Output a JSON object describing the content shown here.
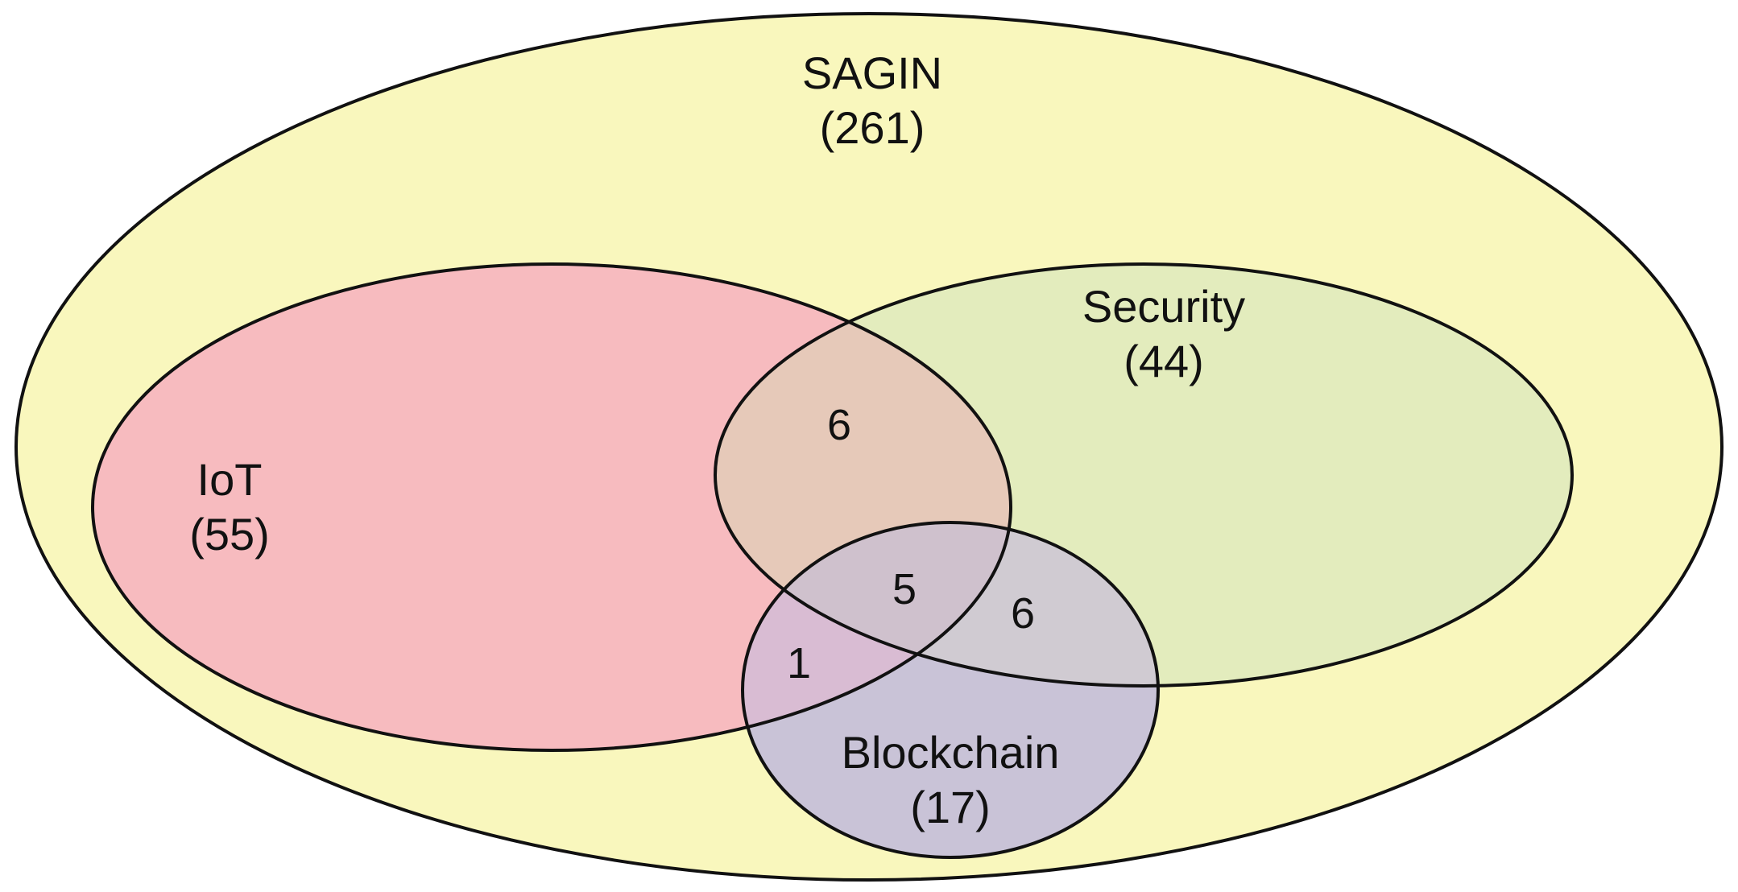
{
  "colors": {
    "background": "#ffffff",
    "stroke": "#111111",
    "sagin": "#f9f7bd",
    "iot": "#f7bbbf",
    "security": "#e3ecbd",
    "blockchain": "#c9c3d7",
    "iot_security_overlap": "#e6c9b9",
    "iot_blockchain_overlap": "#d9bcd3",
    "security_blockchain_overlap": "#d0cbd2",
    "all_overlap": "#cfc1cd"
  },
  "sets": {
    "sagin": {
      "name": "SAGIN",
      "count": "(261)"
    },
    "iot": {
      "name": "IoT",
      "count": "(55)"
    },
    "security": {
      "name": "Security",
      "count": "(44)"
    },
    "blockchain": {
      "name": "Blockchain",
      "count": "(17)"
    }
  },
  "regions": {
    "iot_security": "6",
    "iot_security_blockchain": "5",
    "security_blockchain": "6",
    "iot_blockchain": "1"
  }
}
